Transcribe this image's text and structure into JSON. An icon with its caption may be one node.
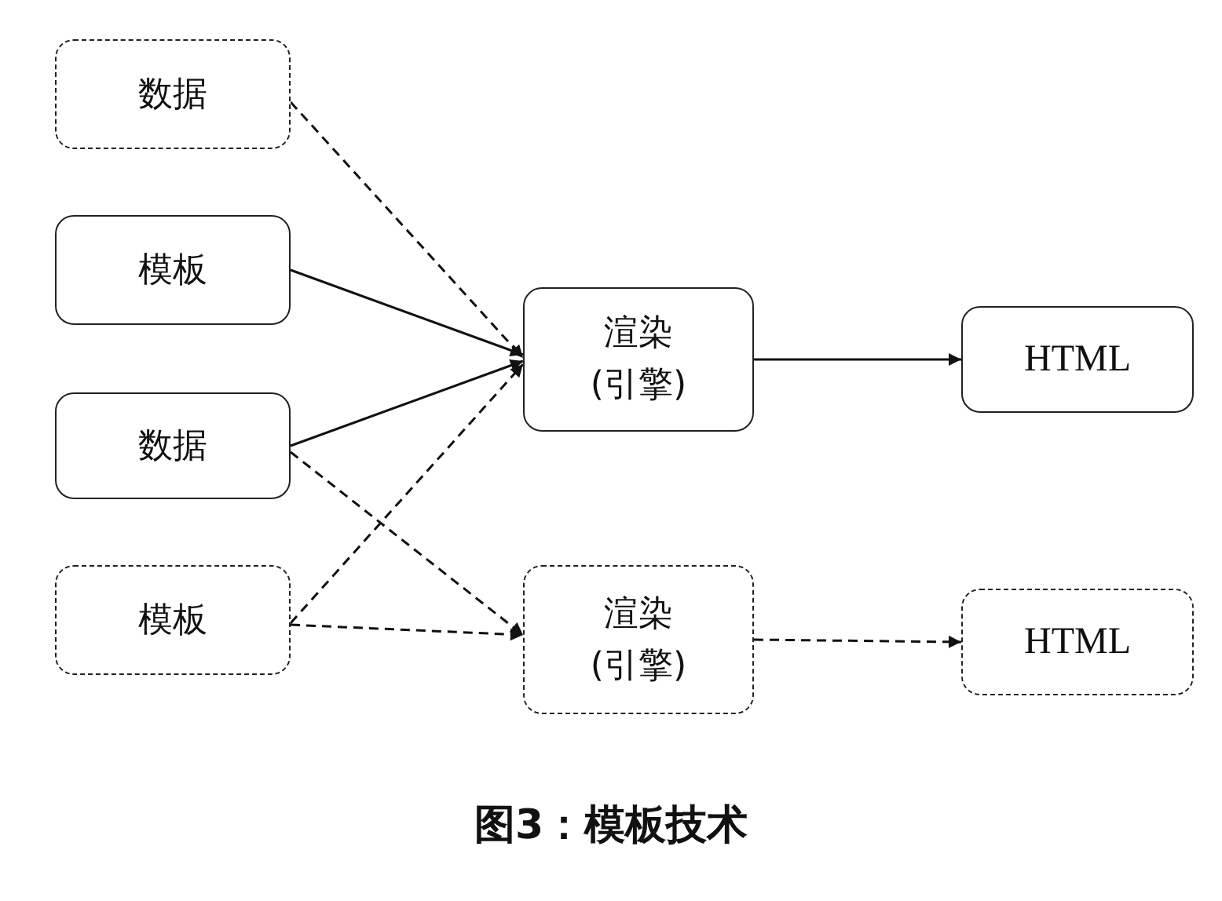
{
  "diagram": {
    "caption": "图3：模板技术",
    "nodes": [
      {
        "text": [
          "数据"
        ]
      },
      {
        "text": [
          "模板"
        ]
      },
      {
        "text": [
          "数据"
        ]
      },
      {
        "text": [
          "模板"
        ]
      },
      {
        "text": [
          "渲染(引擎)"
        ]
      },
      {
        "text": [
          "HTML"
        ]
      },
      {
        "text": [
          "渲染(引擎)"
        ]
      },
      {
        "text": [
          "HTML"
        ]
      }
    ],
    "edges": [
      {
        "from": 0,
        "to": 4,
        "arrow": "to",
        "style": "dashed"
      },
      {
        "from": 1,
        "to": 4,
        "arrow": "to"
      },
      {
        "from": 2,
        "to": 4,
        "arrow": "to"
      },
      {
        "from": 3,
        "to": 4,
        "arrow": "to",
        "style": "dashed"
      },
      {
        "from": 2,
        "to": 6,
        "arrow": "to",
        "style": "dashed"
      },
      {
        "from": 3,
        "to": 6,
        "arrow": "to",
        "style": "dashed"
      },
      {
        "from": 4,
        "to": 5,
        "arrow": "to"
      },
      {
        "from": 6,
        "to": 7,
        "arrow": "to",
        "style": "dashed"
      }
    ]
  }
}
